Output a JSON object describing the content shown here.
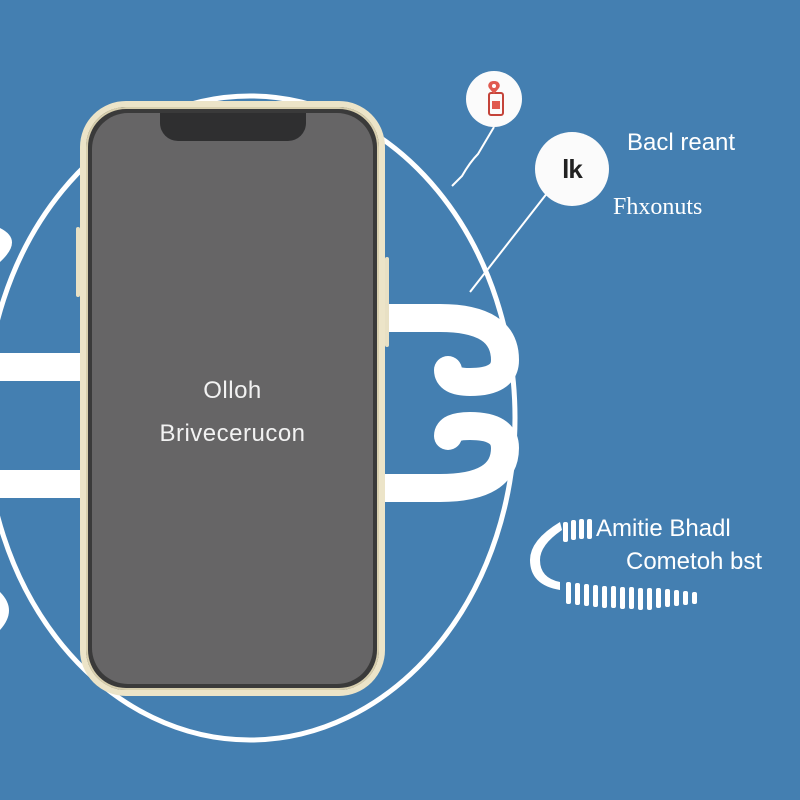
{
  "phone": {
    "screen_title": "Olloh",
    "screen_subtitle": "Brivecerucon"
  },
  "callouts": {
    "large_bubble_label": "lk",
    "label_top": "Bacl reant",
    "label_mid": "Fhxonuts",
    "label_bottom_line1": "Amitie Bhadl",
    "label_bottom_line2": "Cometoh bst"
  },
  "colors": {
    "background": "#447fb1",
    "line": "#ffffff",
    "phone_frame": "#ece4c8",
    "phone_screen": "#666566",
    "accent_red": "#e05a4f"
  },
  "icons": {
    "small_bubble_icon": "phone-location-icon",
    "bottom_coil": "coiled-cable-icon"
  }
}
